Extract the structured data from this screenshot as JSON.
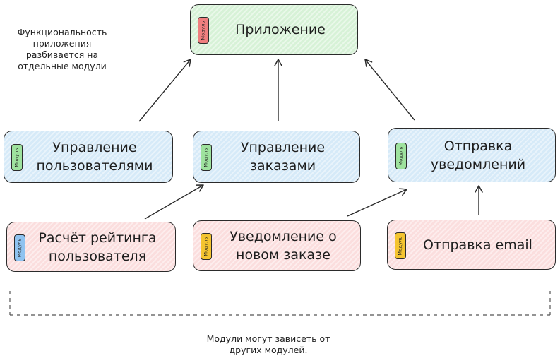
{
  "badge_label": "Модуль",
  "colors": {
    "app": "#d7f2d7",
    "core": "#d6eaf8",
    "leaf": "#fbdede",
    "badge_red": "#f07f7f",
    "badge_green": "#9ee29e",
    "badge_blue": "#8fc3f0",
    "badge_yellow": "#f4c430",
    "stroke": "#2b2b2b"
  },
  "modules": {
    "app": {
      "title": "Приложение",
      "badge_color": "red"
    },
    "users": {
      "title": "Управление пользователями",
      "badge_color": "green"
    },
    "orders": {
      "title": "Управление заказами",
      "badge_color": "green"
    },
    "notifications": {
      "title": "Отправка уведомлений",
      "badge_color": "green"
    },
    "rating": {
      "title": "Расчёт рейтинга пользователя",
      "badge_color": "blue"
    },
    "order_notify": {
      "title": "Уведомление о новом заказе",
      "badge_color": "yellow"
    },
    "email": {
      "title": "Отправка email",
      "badge_color": "yellow"
    }
  },
  "notes": {
    "modularity": "Функциональность приложения разбивается на отдельные модули",
    "dependencies": "Модули могут зависеть от других модулей."
  },
  "edges": [
    {
      "from": "users",
      "to": "app"
    },
    {
      "from": "orders",
      "to": "app"
    },
    {
      "from": "notifications",
      "to": "app"
    },
    {
      "from": "rating",
      "to": "orders"
    },
    {
      "from": "order_notify",
      "to": "notifications"
    },
    {
      "from": "email",
      "to": "notifications"
    }
  ]
}
